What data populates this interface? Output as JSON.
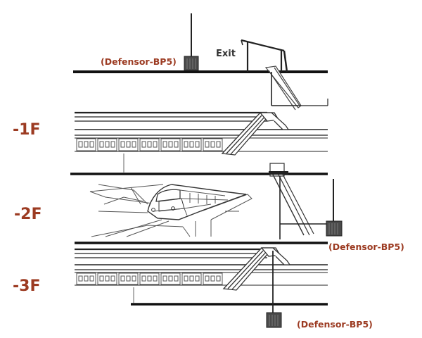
{
  "diagram": {
    "exit_label": "Exit",
    "device_labels": [
      "(Defensor-BP5)",
      "(Defensor-BP5)",
      "(Defensor-BP5)"
    ],
    "floors": [
      "-1F",
      "-2F",
      "-3F"
    ],
    "colors": {
      "label": "#9c3b22",
      "line": "#111111",
      "sketch": "#555555",
      "device": "#444444"
    }
  }
}
